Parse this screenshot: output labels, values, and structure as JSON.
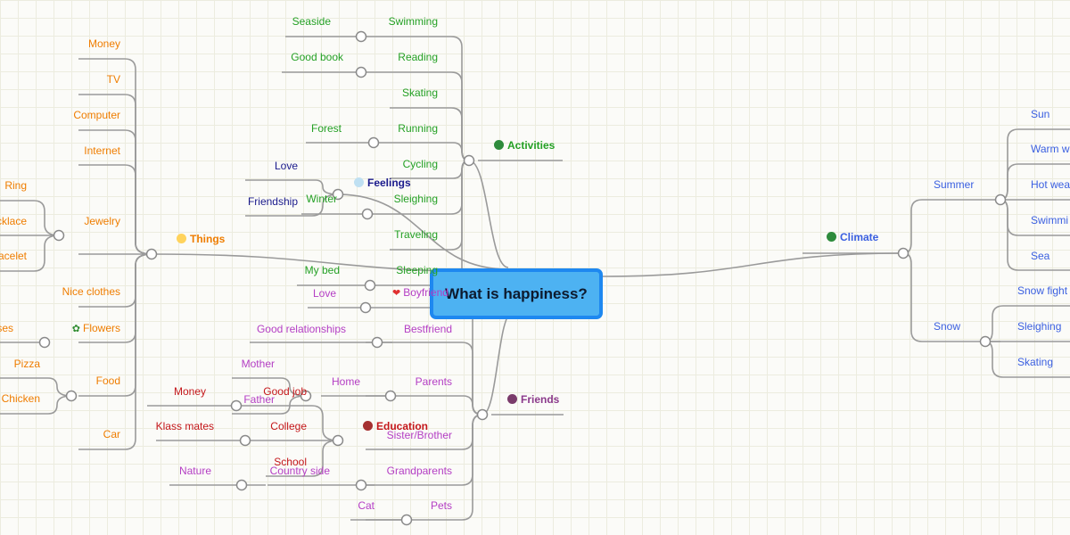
{
  "central": {
    "title": "What is happiness?"
  },
  "colors": {
    "line": "#9a9a9a",
    "things": "#ef7d00",
    "activities": "#24a024",
    "activities_dot": "#2e8b3c",
    "feelings": "#1a1a8c",
    "feelings_dot": "#bfe0f2",
    "friends": "#b43ec4",
    "friends_dot": "#7a3b6b",
    "education": "#c4171b",
    "education_dot": "#a53030",
    "climate": "#3a5fe0",
    "climate_dot": "#2e8b3c",
    "things_dot": "#ffd35c",
    "boyfriend_heart": "#e03030",
    "flowers_icon": "#2e8b2e"
  },
  "things": {
    "label": "Things",
    "items": [
      "Money",
      "TV",
      "Computer",
      "Internet",
      "Jewelry",
      "Nice clothes",
      "Flowers",
      "Food",
      "Car"
    ],
    "jewelry": [
      "Ring",
      "cklace",
      "acelet"
    ],
    "flowers": [
      "ses"
    ],
    "food": [
      "Pizza",
      "Chicken"
    ]
  },
  "activities": {
    "label": "Activities",
    "items": [
      "Swimming",
      "Reading",
      "Skating",
      "Running",
      "Cycling",
      "Sleighing",
      "Traveling",
      "Sleeping"
    ],
    "sub": {
      "swimming": "Seaside",
      "reading": "Good book",
      "running": "Forest",
      "sleighing": "Winter",
      "sleeping": "My bed"
    }
  },
  "feelings": {
    "label": "Feelings",
    "items": [
      "Love",
      "Friendship"
    ]
  },
  "friends": {
    "label": "Friends",
    "items": [
      "Boyfriend",
      "Bestfriend",
      "Parents",
      "Sister/Brother",
      "Grandparents",
      "Pets"
    ],
    "sub": {
      "boyfriend": "Love",
      "bestfriend": "Good relationships",
      "parents": "Home",
      "grandparents": "Country side",
      "pets": "Cat"
    },
    "home": [
      "Mother",
      "Father"
    ]
  },
  "education": {
    "label": "Education",
    "items": [
      "Good job",
      "College",
      "School"
    ],
    "sub": {
      "good_job": "Money",
      "college": "Klass mates",
      "school": "Nature"
    }
  },
  "climate": {
    "label": "Climate",
    "items": [
      "Summer",
      "Snow"
    ],
    "summer": [
      "Sun",
      "Warm w",
      "Hot wea",
      "Swimmi",
      "Sea"
    ],
    "snow": [
      "Snow fight",
      "Sleighing",
      "Skating"
    ]
  }
}
